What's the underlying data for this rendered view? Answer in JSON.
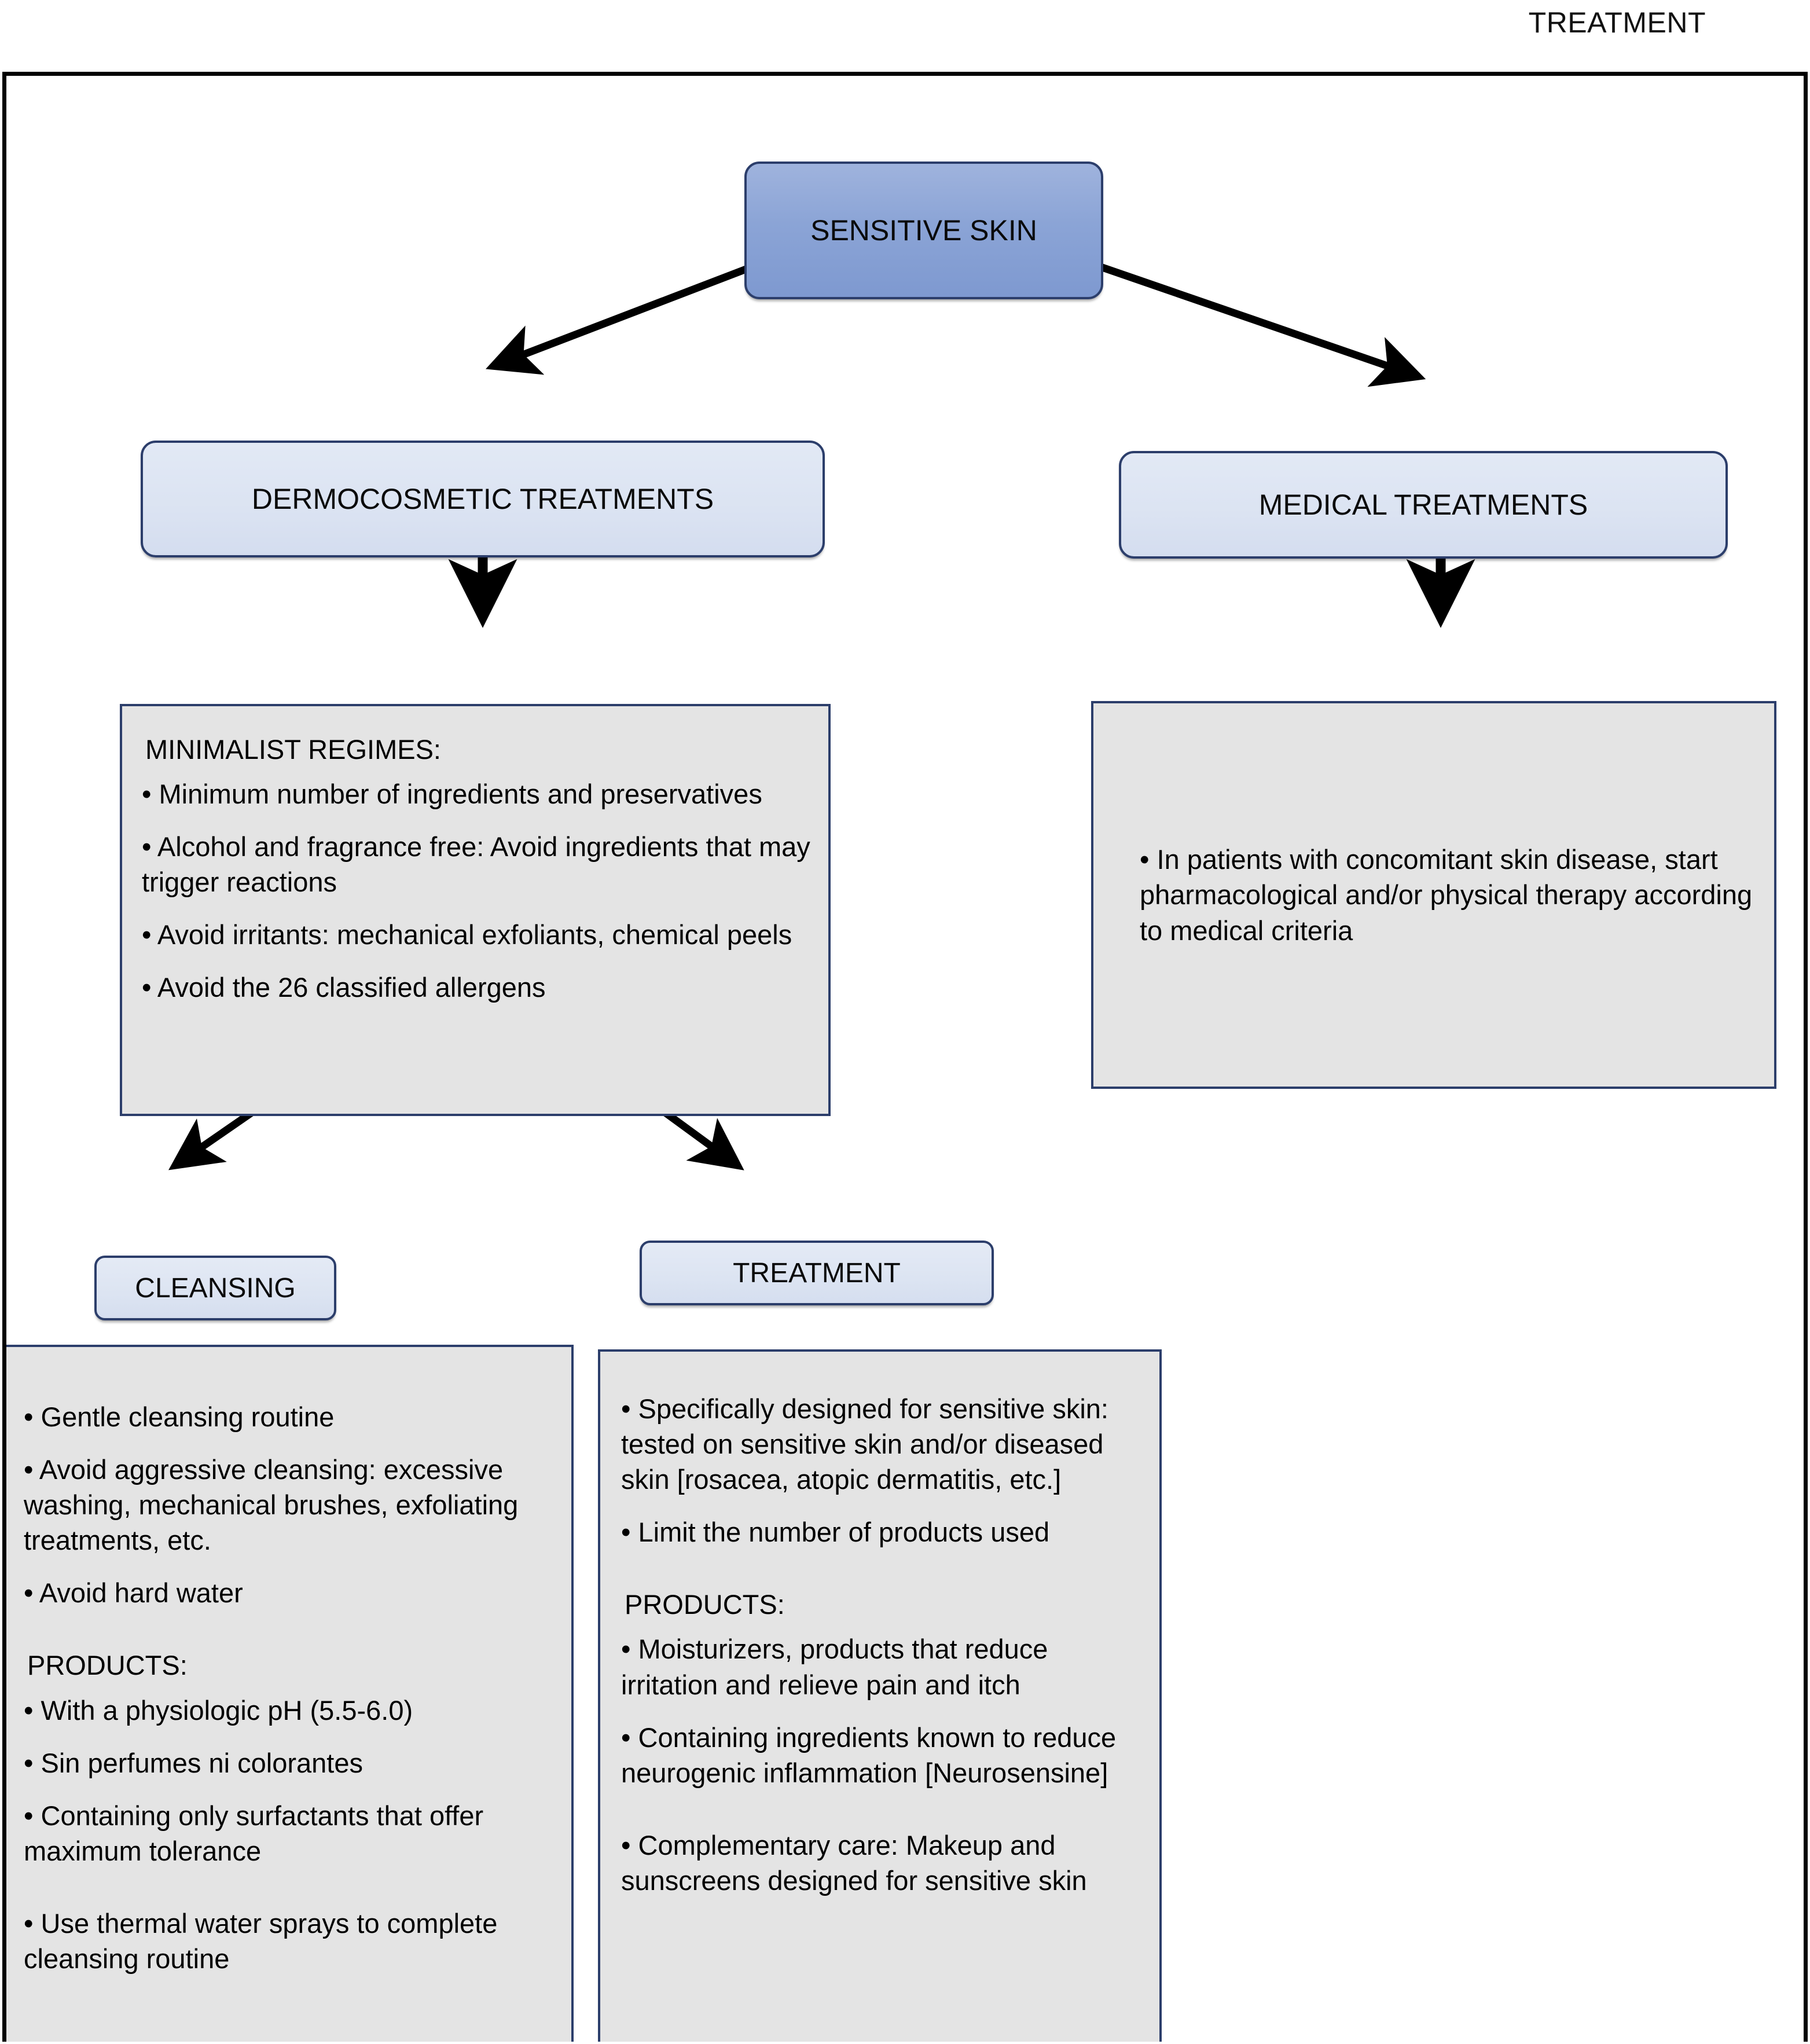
{
  "header": {
    "title": "TREATMENT"
  },
  "flowchart": {
    "root": {
      "label": "SENSITIVE SKIN"
    },
    "branches": {
      "dermocosmetic": {
        "label": "DERMOCOSMETIC TREATMENTS"
      },
      "medical": {
        "label": "MEDICAL TREATMENTS"
      }
    },
    "minimalist_panel": {
      "title": "MINIMALIST REGIMES:",
      "items": [
        "• Minimum number of ingredients and preservatives",
        "• Alcohol and fragrance free: Avoid ingredients that may trigger reactions",
        "• Avoid irritants: mechanical exfoliants, chemical peels",
        "• Avoid the 26 classified allergens"
      ]
    },
    "medical_panel": {
      "items": [
        "• In patients with concomitant skin disease, start pharmacological and/or physical therapy according to medical criteria"
      ]
    },
    "sub_nodes": {
      "cleansing": {
        "label": "CLEANSING"
      },
      "treatment": {
        "label": "TREATMENT"
      }
    },
    "cleansing_panel": {
      "items": [
        "• Gentle cleansing routine",
        "• Avoid aggressive cleansing: excessive washing, mechanical brushes, exfoliating treatments, etc.",
        "• Avoid hard water"
      ],
      "products_title": "PRODUCTS:",
      "products": [
        "• With a physiologic pH (5.5-6.0)",
        "•  Sin perfumes ni colorantes",
        "• Containing only surfactants that offer maximum tolerance",
        "• Use thermal water sprays to complete cleansing routine"
      ]
    },
    "treatment_panel": {
      "items": [
        "• Specifically designed for sensitive skin: tested on sensitive skin and/or diseased skin [rosacea, atopic dermatitis, etc.]",
        "• Limit the number of products used"
      ],
      "products_title": "PRODUCTS:",
      "products": [
        "•  Moisturizers, products that reduce irritation and relieve pain and itch",
        "• Containing ingredients known to reduce neurogenic inflammation [Neurosensine]",
        "• Complementary care: Makeup and sunscreens designed for sensitive skin"
      ]
    }
  },
  "colors": {
    "root_fill": "#8ba4d6",
    "node_fill": "#dce4f2",
    "panel_fill": "#e4e4e4",
    "node_border": "#2c3e6b",
    "frame_border": "#000000",
    "arrow": "#000000"
  }
}
